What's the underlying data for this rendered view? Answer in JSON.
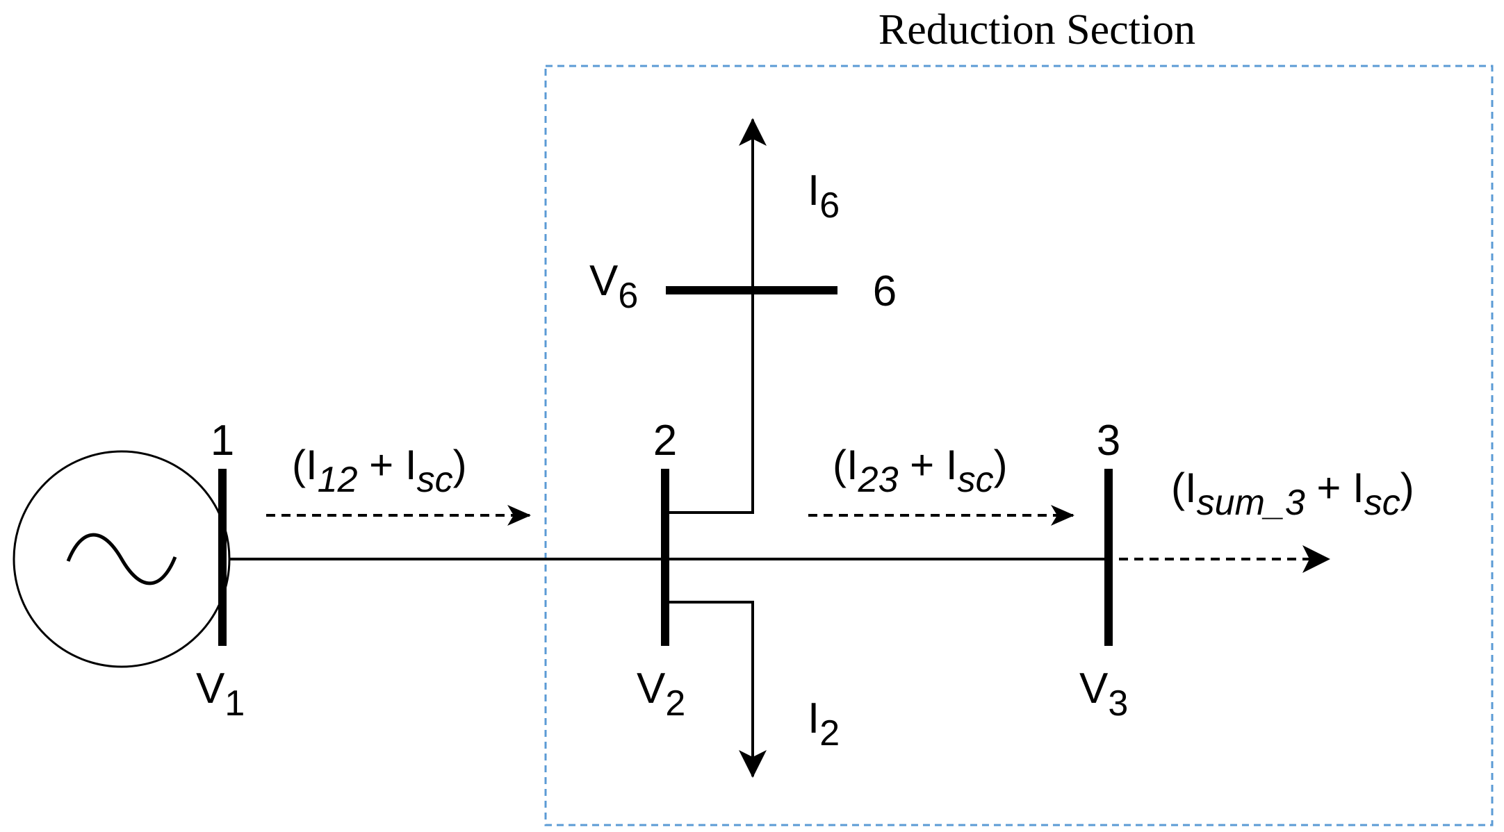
{
  "section": {
    "title": "Reduction Section",
    "border_color": "#5b9bd5"
  },
  "source": {
    "icon": "ac-source-icon"
  },
  "buses": {
    "bus1": {
      "number": "1",
      "voltage": {
        "base": "V",
        "sub": "1"
      }
    },
    "bus2": {
      "number": "2",
      "voltage": {
        "base": "V",
        "sub": "2"
      }
    },
    "bus3": {
      "number": "3",
      "voltage": {
        "base": "V",
        "sub": "3"
      }
    },
    "bus6": {
      "number": "6",
      "voltage": {
        "base": "V",
        "sub": "6"
      }
    }
  },
  "loads": {
    "i6": {
      "base": "I",
      "sub": "6"
    },
    "i2": {
      "base": "I",
      "sub": "2"
    }
  },
  "flows": {
    "f12": {
      "open": "(I",
      "sub1": "12",
      "mid": " + I",
      "sub2": "sc",
      "close": ")"
    },
    "f23": {
      "open": "(I",
      "sub1": "23",
      "mid": " + I",
      "sub2": "sc",
      "close": ")"
    },
    "f3": {
      "open": "(I",
      "sub1": "sum_3",
      "mid": " + I",
      "sub2": "sc",
      "close": ")"
    }
  }
}
